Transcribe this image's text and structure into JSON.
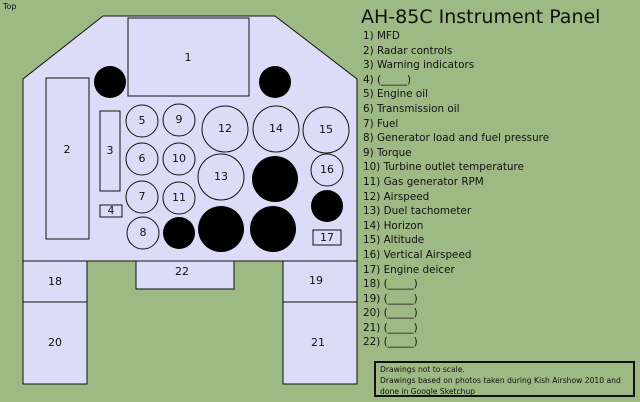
{
  "corner_label": "Top",
  "title": "AH-85C Instrument Panel",
  "legend": [
    "1) MFD",
    "2) Radar controls",
    "3) Warning indicators",
    "4) (_____)",
    "5) Engine oil",
    "6) Transmission oil",
    "7) Fuel",
    "8) Generator load and fuel pressure",
    "9) Torque",
    "10) Turbine outlet temperature",
    "11) Gas generator RPM",
    "12) Airspeed",
    "13) Duel tachometer",
    "14) Horizon",
    "15) Altitude",
    "16) Vertical Airspeed",
    "17) Engine deicer",
    "18) (_____)",
    "19) (_____)",
    "20) (_____)",
    "21) (_____)",
    "22) (_____)"
  ],
  "notes": [
    "Drawings not to scale.",
    "Drawings based on photos taken during Kish Airshow 2010 and",
    "done in Google Sketchup"
  ],
  "numbers": {
    "n1": "1",
    "n2": "2",
    "n3": "3",
    "n4": "4",
    "n5": "5",
    "n6": "6",
    "n7": "7",
    "n8": "8",
    "n9": "9",
    "n10": "10",
    "n11": "11",
    "n12": "12",
    "n13": "13",
    "n14": "14",
    "n15": "15",
    "n16": "16",
    "n17": "17",
    "n18": "18",
    "n19": "19",
    "n20": "20",
    "n21": "21",
    "n22": "22"
  },
  "colors": {
    "background": "#9dba85",
    "panel_fill": "#dcdcf8",
    "outline": "#111111",
    "blank_gauge": "#000000"
  }
}
